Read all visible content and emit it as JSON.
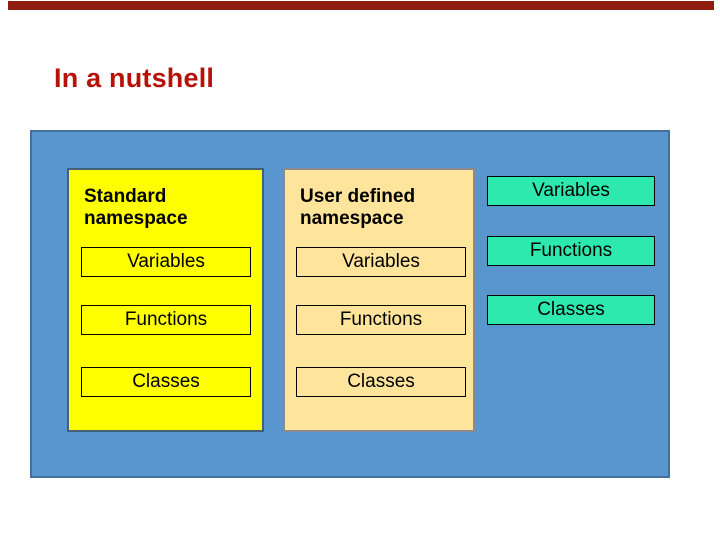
{
  "slide": {
    "title": "In a nutshell",
    "colors": {
      "top_bar": "#8E1D10",
      "title_text": "#B71209",
      "panel_bg": "#5A96CE",
      "panel_border": "#41719C",
      "yellow_bg": "#FFFF00",
      "yellow_border": "#44607A",
      "tan_bg": "#FFE49C",
      "tan_border": "#8A8A8A",
      "teal_bg": "#2EE9AE",
      "item_border": "#000000"
    }
  },
  "diagram": {
    "standard_namespace": {
      "title": "Standard namespace",
      "items": [
        "Variables",
        "Functions",
        "Classes"
      ]
    },
    "user_namespace": {
      "title": "User defined namespace",
      "items": [
        "Variables",
        "Functions",
        "Classes"
      ]
    },
    "global_items": [
      "Variables",
      "Functions",
      "Classes"
    ]
  }
}
